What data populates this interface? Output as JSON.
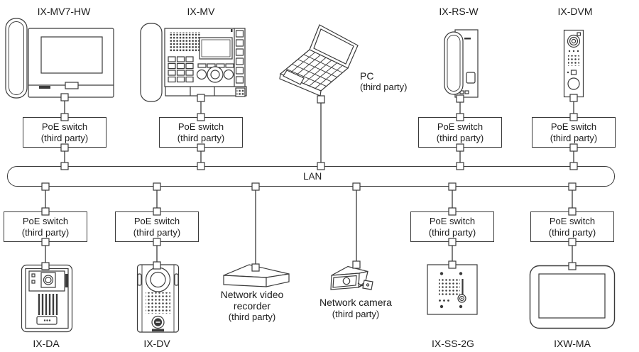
{
  "colors": {
    "line": "#3a3a3a",
    "background": "#ffffff",
    "text": "#1c1c1c"
  },
  "lan": {
    "label": "LAN"
  },
  "poe": {
    "line1": "PoE switch",
    "line2": "(third party)"
  },
  "devices": {
    "ix_mv7_hw": {
      "label": "IX-MV7-HW"
    },
    "ix_mv": {
      "label": "IX-MV"
    },
    "pc": {
      "label": "PC",
      "sub": "(third party)"
    },
    "ix_rs_w": {
      "label": "IX-RS-W"
    },
    "ix_dvm": {
      "label": "IX-DVM"
    },
    "ix_da": {
      "label": "IX-DA"
    },
    "ix_dv": {
      "label": "IX-DV"
    },
    "nvr": {
      "line1": "Network video",
      "line2": "recorder",
      "sub": "(third party)"
    },
    "camera": {
      "label": "Network camera",
      "sub": "(third party)"
    },
    "ix_ss_2g": {
      "label": "IX-SS-2G"
    },
    "ixw_ma": {
      "label": "IXW-MA"
    }
  }
}
